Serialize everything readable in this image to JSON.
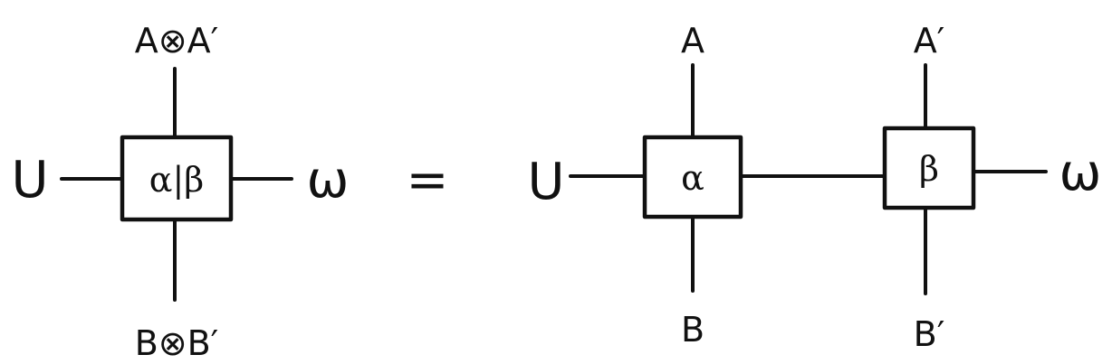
{
  "left": {
    "top_label": "A⊗A′",
    "bottom_label": "B⊗B′",
    "left_label": "U",
    "right_label": "ω",
    "box_label": "α|β"
  },
  "equals": "=",
  "right": {
    "left_label": "U",
    "right_label": "ω",
    "alpha_box_label": "α",
    "beta_box_label": "β",
    "alpha_top_label": "A",
    "alpha_bottom_label": "B",
    "beta_top_label": "A′",
    "beta_bottom_label": "B′"
  }
}
